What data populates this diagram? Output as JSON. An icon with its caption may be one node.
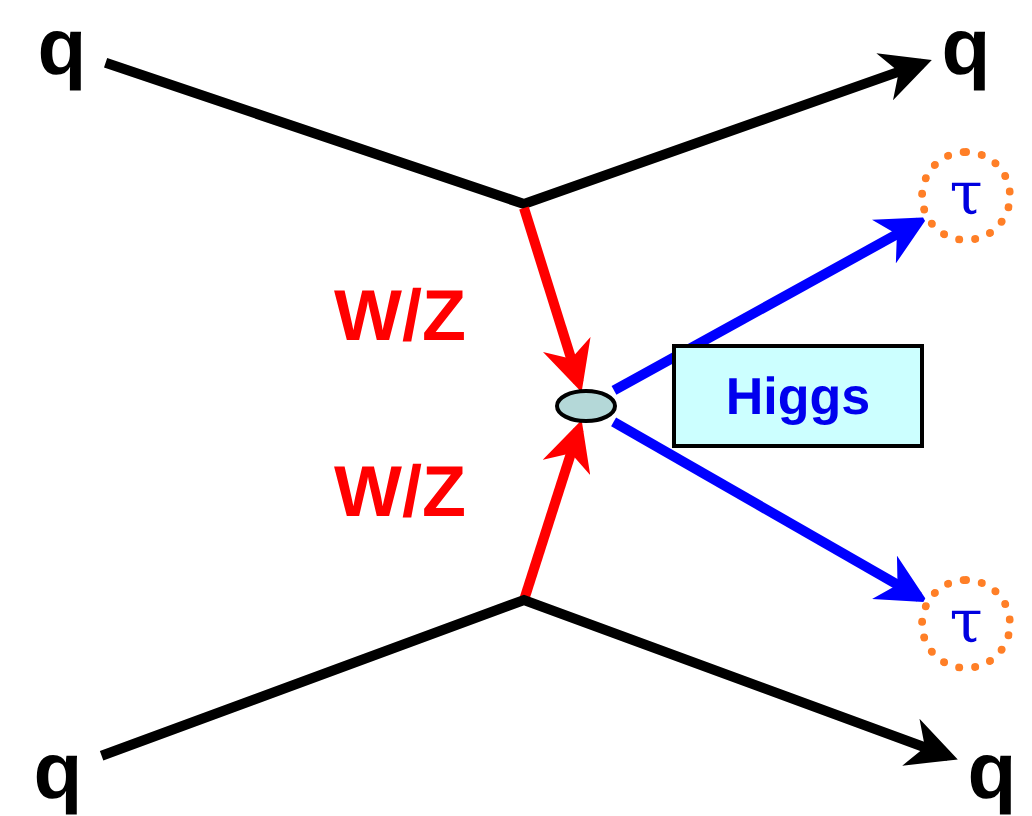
{
  "diagram": {
    "nodes": [
      {
        "text": [
          "q"
        ]
      },
      {
        "text": [
          "q"
        ]
      },
      {
        "text": [
          "τ"
        ]
      },
      {
        "text": [
          "Higgs"
        ]
      },
      {
        "text": [
          "τ"
        ]
      },
      {
        "text": [
          "q"
        ]
      },
      {
        "text": [
          "q"
        ]
      },
      {
        "text": [],
        "shape": "ellipse"
      }
    ],
    "edges": [
      {
        "from": 0,
        "to": 1,
        "arrow": "to"
      },
      {
        "from": null,
        "to": 7,
        "arrow": "to",
        "label": "W/Z",
        "color": "#ff0000"
      },
      {
        "from": null,
        "to": 7,
        "arrow": "to",
        "label": "W/Z",
        "color": "#ff0000"
      },
      {
        "from": 7,
        "to": 2,
        "arrow": "to",
        "color": "#0000ff"
      },
      {
        "from": 7,
        "to": 4,
        "arrow": "to",
        "color": "#0000ff"
      },
      {
        "from": 5,
        "to": 6,
        "arrow": "to"
      }
    ]
  }
}
